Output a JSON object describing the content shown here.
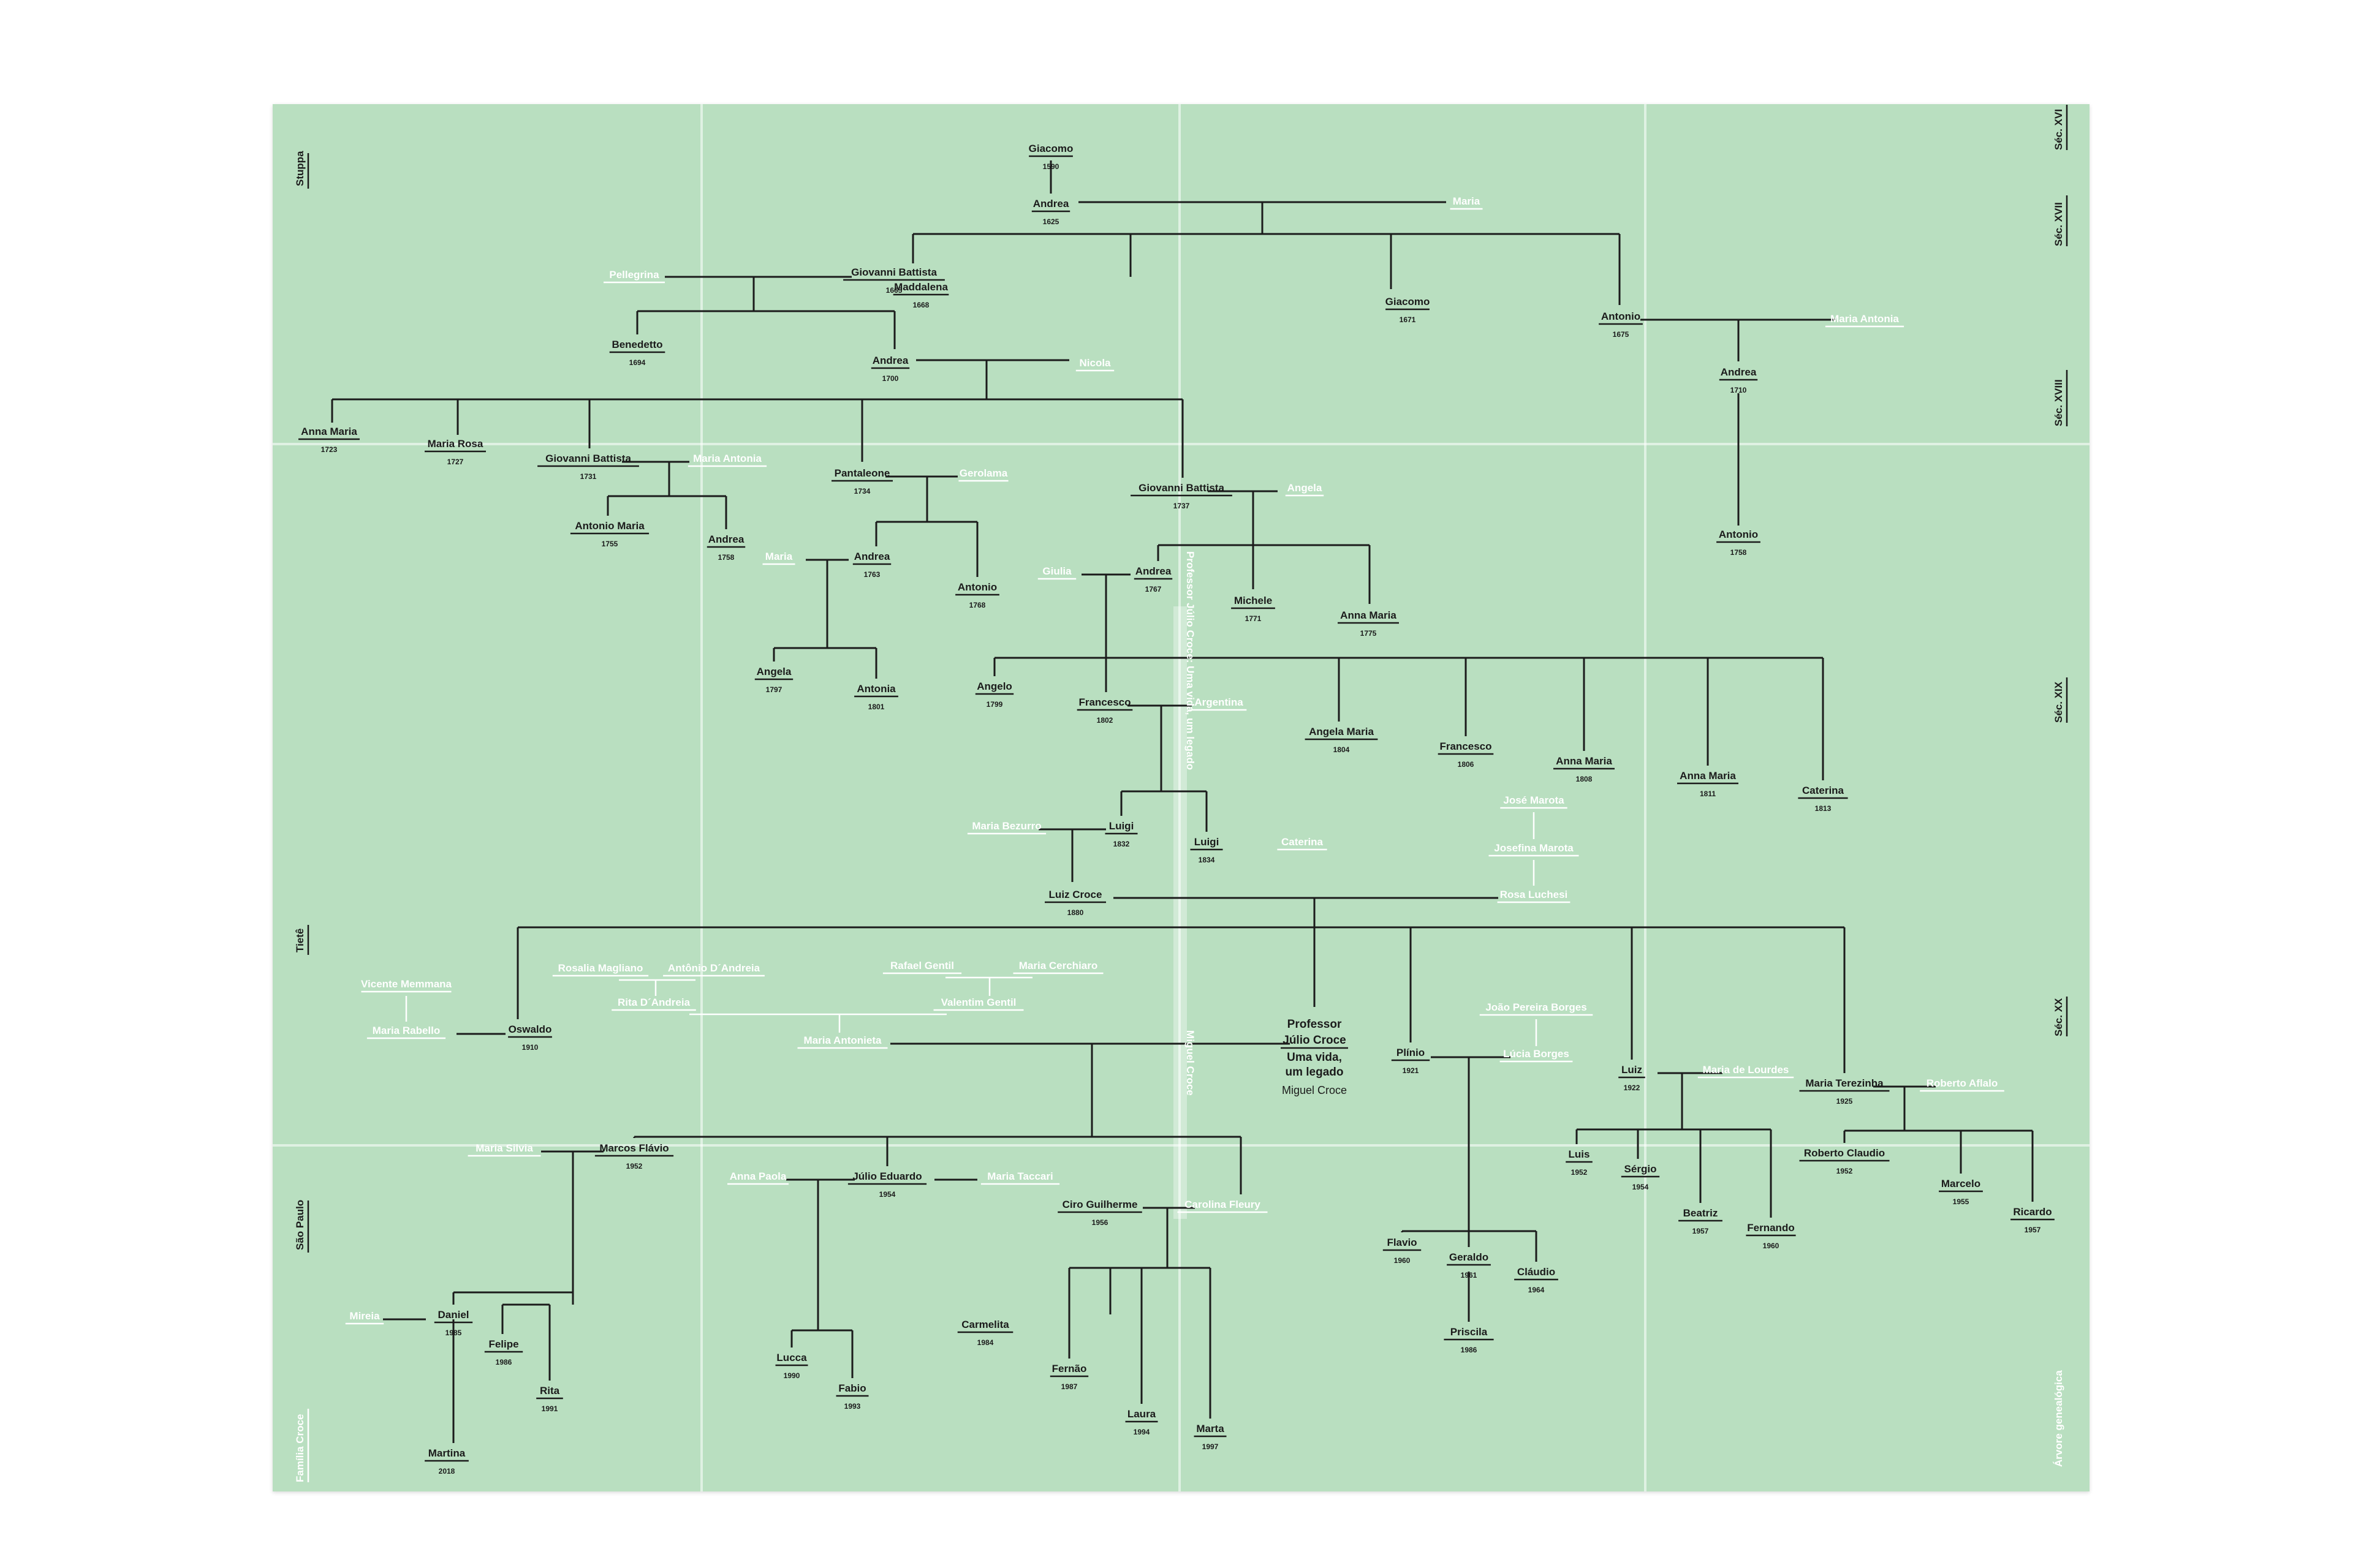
{
  "side_labels": {
    "left": [
      "Stuppa",
      "Tietê",
      "São Paulo"
    ],
    "left_white": "Família Croce",
    "right": [
      "Séc. XVI",
      "Séc. XVII",
      "Séc. XVIII",
      "Séc. XIX",
      "Séc. XX"
    ],
    "right_white": "Árvore genealógica"
  },
  "spine": {
    "top": "Professor Júlio Croce: Uma vida, um legado",
    "bottom": "Miguel Croce"
  },
  "highlight": {
    "line1": "Professor",
    "line2": "Júlio Croce",
    "line3": "Uma vida,",
    "line4": "um legado",
    "author": "Miguel Croce"
  },
  "people": [
    {
      "id": "p1",
      "name": "Giacomo",
      "year": "1590"
    },
    {
      "id": "p2",
      "name": "Andrea",
      "year": "1625"
    },
    {
      "id": "p3",
      "name": "Maria",
      "year": ""
    },
    {
      "id": "p4",
      "name": "Giovanni Battista",
      "year": "1665"
    },
    {
      "id": "p5",
      "name": "Pellegrina",
      "year": ""
    },
    {
      "id": "p6",
      "name": "Maddalena",
      "year": "1668"
    },
    {
      "id": "p7",
      "name": "Giacomo",
      "year": "1671"
    },
    {
      "id": "p8",
      "name": "Antonio",
      "year": "1675"
    },
    {
      "id": "p9",
      "name": "Maria Antonia",
      "year": ""
    },
    {
      "id": "p10",
      "name": "Benedetto",
      "year": "1694"
    },
    {
      "id": "p11",
      "name": "Andrea",
      "year": "1700"
    },
    {
      "id": "p12",
      "name": "Nicola",
      "year": ""
    },
    {
      "id": "p13",
      "name": "Andrea",
      "year": "1710"
    },
    {
      "id": "p14",
      "name": "Anna Maria",
      "year": "1723"
    },
    {
      "id": "p15",
      "name": "Maria Rosa",
      "year": "1727"
    },
    {
      "id": "p16",
      "name": "Giovanni Battista",
      "year": "1731"
    },
    {
      "id": "p17",
      "name": "Maria Antonia",
      "year": ""
    },
    {
      "id": "p18",
      "name": "Pantaleone",
      "year": "1734"
    },
    {
      "id": "p19",
      "name": "Gerolama",
      "year": ""
    },
    {
      "id": "p20",
      "name": "Giovanni Battista",
      "year": "1737"
    },
    {
      "id": "p21",
      "name": "Angela",
      "year": ""
    },
    {
      "id": "p22",
      "name": "Antonio Maria",
      "year": "1755"
    },
    {
      "id": "p23",
      "name": "Andrea",
      "year": "1758"
    },
    {
      "id": "p24",
      "name": "Maria",
      "year": ""
    },
    {
      "id": "p25",
      "name": "Andrea",
      "year": "1763"
    },
    {
      "id": "p26",
      "name": "Antonio",
      "year": "1768"
    },
    {
      "id": "p27",
      "name": "Giulia",
      "year": ""
    },
    {
      "id": "p28",
      "name": "Andrea",
      "year": "1767"
    },
    {
      "id": "p29",
      "name": "Michele",
      "year": "1771"
    },
    {
      "id": "p30",
      "name": "Anna Maria",
      "year": "1775"
    },
    {
      "id": "p31",
      "name": "Antonio",
      "year": "1758"
    },
    {
      "id": "p32",
      "name": "Angela",
      "year": "1797"
    },
    {
      "id": "p33",
      "name": "Antonia",
      "year": "1801"
    },
    {
      "id": "p34",
      "name": "Angelo",
      "year": "1799"
    },
    {
      "id": "p35",
      "name": "Francesco",
      "year": "1802"
    },
    {
      "id": "p36",
      "name": "Argentina",
      "year": ""
    },
    {
      "id": "p37",
      "name": "Angela Maria",
      "year": "1804"
    },
    {
      "id": "p38",
      "name": "Francesco",
      "year": "1806"
    },
    {
      "id": "p39",
      "name": "Anna Maria",
      "year": "1808"
    },
    {
      "id": "p40",
      "name": "Anna Maria",
      "year": "1811"
    },
    {
      "id": "p41",
      "name": "Caterina",
      "year": "1813"
    },
    {
      "id": "p42",
      "name": "Maria Bezurro",
      "year": ""
    },
    {
      "id": "p43",
      "name": "Luigi",
      "year": "1832"
    },
    {
      "id": "p44",
      "name": "Luigi",
      "year": "1834"
    },
    {
      "id": "p45",
      "name": "Caterina",
      "year": ""
    },
    {
      "id": "p46",
      "name": "José Marota",
      "year": ""
    },
    {
      "id": "p47",
      "name": "Josefina Marota",
      "year": ""
    },
    {
      "id": "p48",
      "name": "Luiz Croce",
      "year": "1880"
    },
    {
      "id": "p49",
      "name": "Rosa Luchesi",
      "year": ""
    },
    {
      "id": "p50",
      "name": "Vicente Memmana",
      "year": ""
    },
    {
      "id": "p51",
      "name": "Maria Rabello",
      "year": ""
    },
    {
      "id": "p52",
      "name": "Oswaldo",
      "year": "1910"
    },
    {
      "id": "p53",
      "name": "Rosalia Magliano",
      "year": ""
    },
    {
      "id": "p54",
      "name": "Antônio D´Andreia",
      "year": ""
    },
    {
      "id": "p55",
      "name": "Rafael Gentil",
      "year": ""
    },
    {
      "id": "p56",
      "name": "Maria Cerchiaro",
      "year": ""
    },
    {
      "id": "p57",
      "name": "Rita D´Andreia",
      "year": ""
    },
    {
      "id": "p58",
      "name": "Valentim Gentil",
      "year": ""
    },
    {
      "id": "p59",
      "name": "Maria Antonieta",
      "year": ""
    },
    {
      "id": "p60",
      "name": "Plínio",
      "year": "1921"
    },
    {
      "id": "p61",
      "name": "João Pereira Borges",
      "year": ""
    },
    {
      "id": "p62",
      "name": "Lúcia Borges",
      "year": ""
    },
    {
      "id": "p63",
      "name": "Luiz",
      "year": "1922"
    },
    {
      "id": "p64",
      "name": "Maria de Lourdes",
      "year": ""
    },
    {
      "id": "p65",
      "name": "Maria Terezinha",
      "year": "1925"
    },
    {
      "id": "p66",
      "name": "Roberto Aflalo",
      "year": ""
    },
    {
      "id": "p67",
      "name": "Maria Silvia",
      "year": ""
    },
    {
      "id": "p68",
      "name": "Marcos Flávio",
      "year": "1952"
    },
    {
      "id": "p69",
      "name": "Anna Paola",
      "year": ""
    },
    {
      "id": "p70",
      "name": "Júlio Eduardo",
      "year": "1954"
    },
    {
      "id": "p71",
      "name": "Maria Taccari",
      "year": ""
    },
    {
      "id": "p72",
      "name": "Ciro Guilherme",
      "year": "1956"
    },
    {
      "id": "p73",
      "name": "Carolina Fleury",
      "year": ""
    },
    {
      "id": "p74",
      "name": "Luis",
      "year": "1952"
    },
    {
      "id": "p75",
      "name": "Sérgio",
      "year": "1954"
    },
    {
      "id": "p76",
      "name": "Beatriz",
      "year": "1957"
    },
    {
      "id": "p77",
      "name": "Fernando",
      "year": "1960"
    },
    {
      "id": "p78",
      "name": "Roberto Claudio",
      "year": "1952"
    },
    {
      "id": "p79",
      "name": "Marcelo",
      "year": "1955"
    },
    {
      "id": "p80",
      "name": "Ricardo",
      "year": "1957"
    },
    {
      "id": "p81",
      "name": "Flavio",
      "year": "1960"
    },
    {
      "id": "p82",
      "name": "Geraldo",
      "year": "1961"
    },
    {
      "id": "p83",
      "name": "Cláudio",
      "year": "1964"
    },
    {
      "id": "p84",
      "name": "Priscila",
      "year": "1986"
    },
    {
      "id": "p85",
      "name": "Mireia",
      "year": ""
    },
    {
      "id": "p86",
      "name": "Daniel",
      "year": "1985"
    },
    {
      "id": "p87",
      "name": "Felipe",
      "year": "1986"
    },
    {
      "id": "p88",
      "name": "Rita",
      "year": "1991"
    },
    {
      "id": "p89",
      "name": "Martina",
      "year": "2018"
    },
    {
      "id": "p90",
      "name": "Lucca",
      "year": "1990"
    },
    {
      "id": "p91",
      "name": "Fabio",
      "year": "1993"
    },
    {
      "id": "p92",
      "name": "Carmelita",
      "year": "1984"
    },
    {
      "id": "p93",
      "name": "Fernão",
      "year": "1987"
    },
    {
      "id": "p94",
      "name": "Laura",
      "year": "1994"
    },
    {
      "id": "p95",
      "name": "Marta",
      "year": "1997"
    }
  ]
}
